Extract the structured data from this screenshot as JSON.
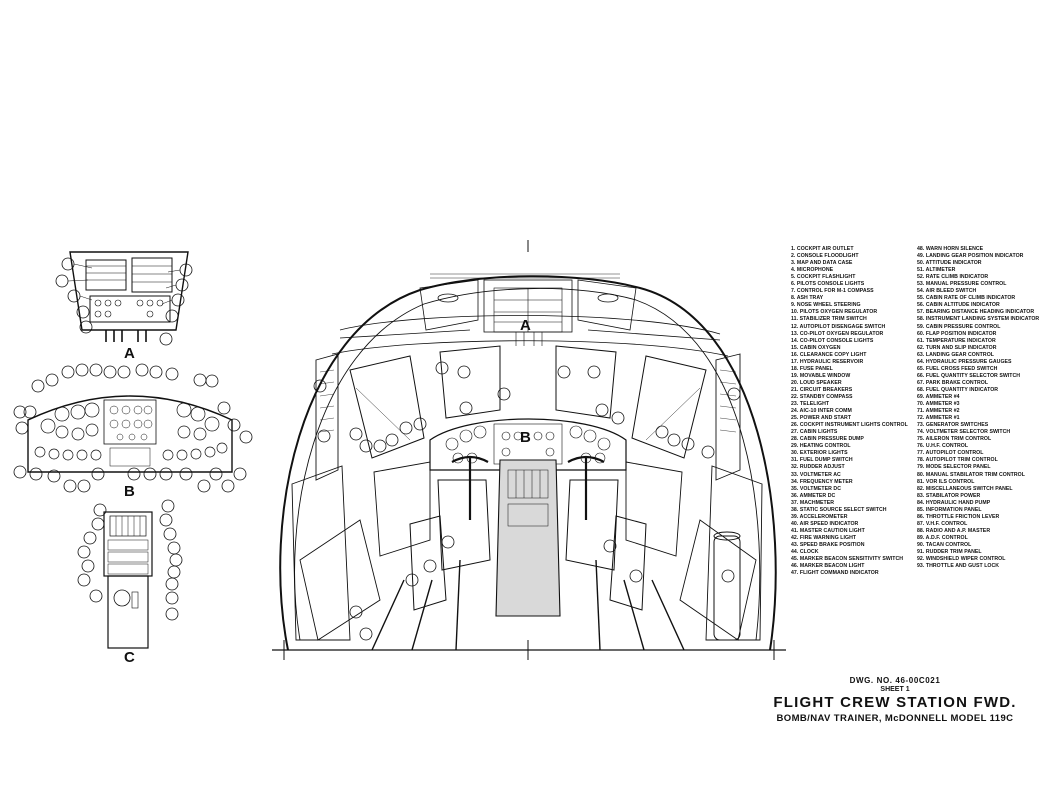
{
  "title_block": {
    "dwg_no": "DWG. NO. 46-00C021",
    "sheet": "SHEET 1",
    "title": "FLIGHT CREW STATION FWD.",
    "subtitle": "BOMB/NAV TRAINER, McDONNELL MODEL 119C"
  },
  "views": {
    "a": "A",
    "b": "B",
    "c": "C"
  },
  "legend_col_1": [
    "1. COCKPIT AIR OUTLET",
    "2. CONSOLE FLOODLIGHT",
    "3. MAP AND DATA CASE",
    "4. MICROPHONE",
    "5. COCKPIT FLASHLIGHT",
    "6. PILOTS CONSOLE LIGHTS",
    "7. CONTROL FOR M-1 COMPASS",
    "8. ASH TRAY",
    "9. NOSE WHEEL STEERING",
    "10. PILOTS OXYGEN REGULATOR",
    "11. STABILIZER TRIM SWITCH",
    "12. AUTOPILOT DISENGAGE SWITCH",
    "13. CO-PILOT OXYGEN REGULATOR",
    "14. CO-PILOT CONSOLE LIGHTS",
    "15. CABIN OXYGEN",
    "16. CLEARANCE COPY LIGHT",
    "17. HYDRAULIC RESERVOIR",
    "18. FUSE PANEL",
    "19. MOVABLE WINDOW",
    "20. LOUD SPEAKER",
    "21. CIRCUIT BREAKERS",
    "22. STANDBY COMPASS",
    "23. TELELIGHT",
    "24. AIC-10 INTER COMM",
    "25. POWER AND START",
    "26. COCKPIT INSTRUMENT LIGHTS CONTROL",
    "27. CABIN LIGHTS",
    "28. CABIN PRESSURE DUMP",
    "29. HEATING CONTROL",
    "30. EXTERIOR LIGHTS",
    "31. FUEL DUMP SWITCH",
    "32. RUDDER ADJUST",
    "33. VOLTMETER AC",
    "34. FREQUENCY METER",
    "35. VOLTMETER DC",
    "36. AMMETER DC",
    "37. MACHMETER",
    "38. STATIC SOURCE SELECT SWITCH",
    "39. ACCELEROMETER",
    "40. AIR SPEED INDICATOR",
    "41. MASTER CAUTION LIGHT",
    "42. FIRE WARNING LIGHT",
    "43. SPEED BRAKE POSITION",
    "44. CLOCK",
    "45. MARKER BEACON SENSITIVITY SWITCH",
    "46. MARKER BEACON LIGHT",
    "47. FLIGHT COMMAND INDICATOR"
  ],
  "legend_col_2": [
    "48. WARN HORN SILENCE",
    "49. LANDING GEAR POSITION INDICATOR",
    "50. ATTITUDE INDICATOR",
    "51. ALTIMETER",
    "52. RATE CLIMB INDICATOR",
    "53. MANUAL PRESSURE CONTROL",
    "54. AIR BLEED SWITCH",
    "55. CABIN RATE OF CLIMB INDICATOR",
    "56. CABIN ALTITUDE INDICATOR",
    "57. BEARING DISTANCE HEADING INDICATOR",
    "58. INSTRUMENT LANDING SYSTEM INDICATOR",
    "59. CABIN PRESSURE CONTROL",
    "60. FLAP POSITION INDICATOR",
    "61. TEMPERATURE INDICATOR",
    "62. TURN AND SLIP INDICATOR",
    "63. LANDING GEAR CONTROL",
    "64. HYDRAULIC PRESSURE GAUGES",
    "65. FUEL CROSS FEED SWITCH",
    "66. FUEL QUANTITY SELECTOR SWITCH",
    "67. PARK BRAKE CONTROL",
    "68. FUEL QUANTITY INDICATOR",
    "69. AMMETER #4",
    "70. AMMETER #3",
    "71. AMMETER #2",
    "72. AMMETER #1",
    "73. GENERATOR SWITCHES",
    "74. VOLTMETER SELECTOR SWITCH",
    "75. AILERON TRIM CONTROL",
    "76. U.H.F. CONTROL",
    "77. AUTOPILOT CONTROL",
    "78. AUTOPILOT TRIM CONTROL",
    "79. MODE SELECTOR PANEL",
    "80. MANUAL STABILATOR TRIM CONTROL",
    "81. VOR ILS CONTROL",
    "82. MISCELLANEOUS SWITCH PANEL",
    "83. STABILATOR POWER",
    "84. HYDRAULIC HAND PUMP",
    "85. INFORMATION PANEL",
    "86. THROTTLE FRICTION LEVER",
    "87. V.H.F. CONTROL",
    "88. RADIO AND A.P. MASTER",
    "89. A.D.F. CONTROL",
    "90. TACAN CONTROL",
    "91. RUDDER TRIM PANEL",
    "92. WINDSHIELD WIPER CONTROL",
    "93. THROTTLE AND GUST LOCK"
  ]
}
